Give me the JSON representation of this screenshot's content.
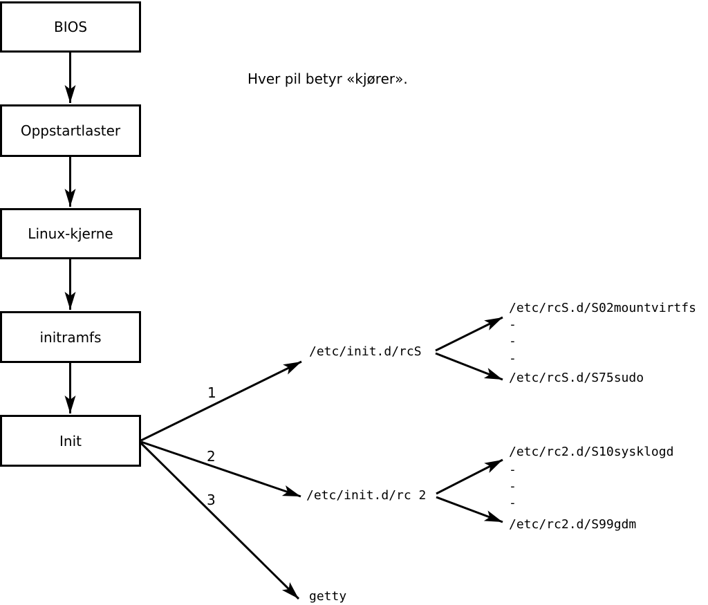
{
  "note": "Hver pil betyr «kjører».",
  "boxes": [
    {
      "label": "BIOS"
    },
    {
      "label": "Oppstartlaster"
    },
    {
      "label": "Linux-kjerne"
    },
    {
      "label": "initramfs"
    },
    {
      "label": "Init"
    }
  ],
  "arrow_labels": {
    "one": "1",
    "two": "2",
    "three": "3"
  },
  "scripts": {
    "rcS": "/etc/init.d/rcS",
    "rc2": "/etc/init.d/rc 2",
    "getty": "getty"
  },
  "rcS_children": {
    "first": "/etc/rcS.d/S02mountvirtfs",
    "dash1": "-",
    "dash2": "-",
    "dash3": "-",
    "last": "/etc/rcS.d/S75sudo"
  },
  "rc2_children": {
    "first": "/etc/rc2.d/S10sysklogd",
    "dash1": "-",
    "dash2": "-",
    "dash3": "-",
    "last": "/etc/rc2.d/S99gdm"
  },
  "colors": {
    "ink": "#000000",
    "background": "#ffffff"
  }
}
